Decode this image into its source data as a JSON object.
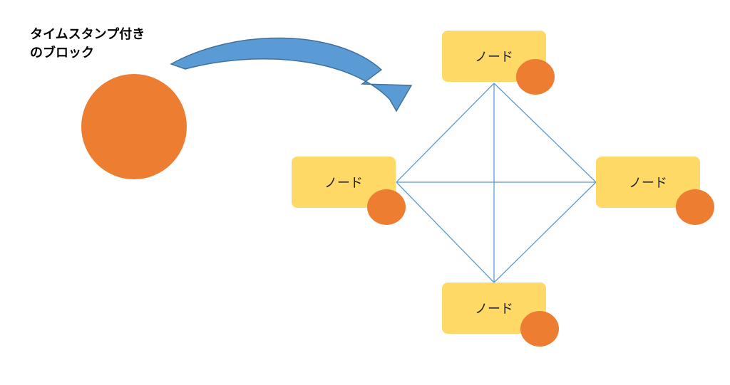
{
  "title_lines": [
    "タイムスタンプ付き",
    "のブロック"
  ],
  "nodes": [
    {
      "id": "top",
      "label": "ノード"
    },
    {
      "id": "left",
      "label": "ノード"
    },
    {
      "id": "right",
      "label": "ノード"
    },
    {
      "id": "bottom",
      "label": "ノード"
    }
  ],
  "colors": {
    "block": "#ED7D31",
    "node": "#FFD966",
    "edge": "#5B9BD5",
    "arrow": "#5B9BD5",
    "arrow_outline": "#41719C"
  },
  "icons": {
    "arrow": "curved-arrow-right"
  }
}
